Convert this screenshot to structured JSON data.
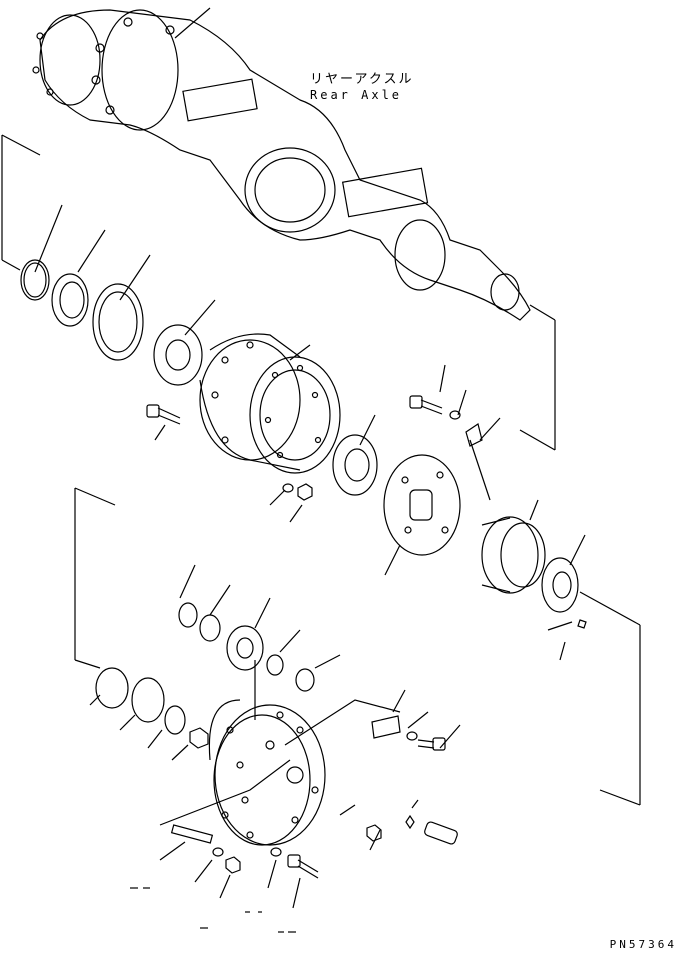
{
  "diagram": {
    "label_jp": "リヤーアクスル",
    "label_en": "Rear Axle",
    "part_code": "PN57364"
  }
}
